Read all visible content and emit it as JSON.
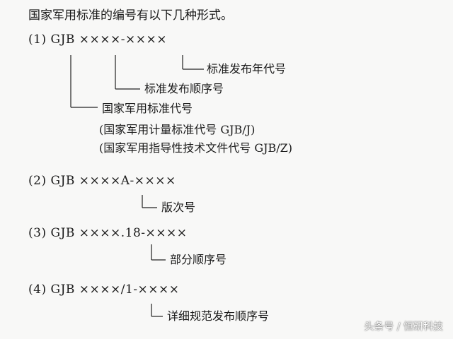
{
  "heading": "国家军用标准的编号有以下几种形式。",
  "form1": {
    "code": "(1) GJB ××××-××××",
    "year_label": "标准发布年代号",
    "seq_label": "标准发布顺序号",
    "code_label": "国家军用标准代号",
    "note_measure": "(国家军用计量标准代号 GJB/J)",
    "note_guide": "(国家军用指导性技术文件代号 GJB/Z)"
  },
  "form2": {
    "code": "(2) GJB ××××A-××××",
    "label": "版次号"
  },
  "form3": {
    "code": "(3) GJB ××××.18-××××",
    "label": "部分顺序号"
  },
  "form4": {
    "code": "(4) GJB ××××/1-××××",
    "label": "详细规范发布顺序号"
  },
  "watermark": "头条号 / 恒研科技"
}
